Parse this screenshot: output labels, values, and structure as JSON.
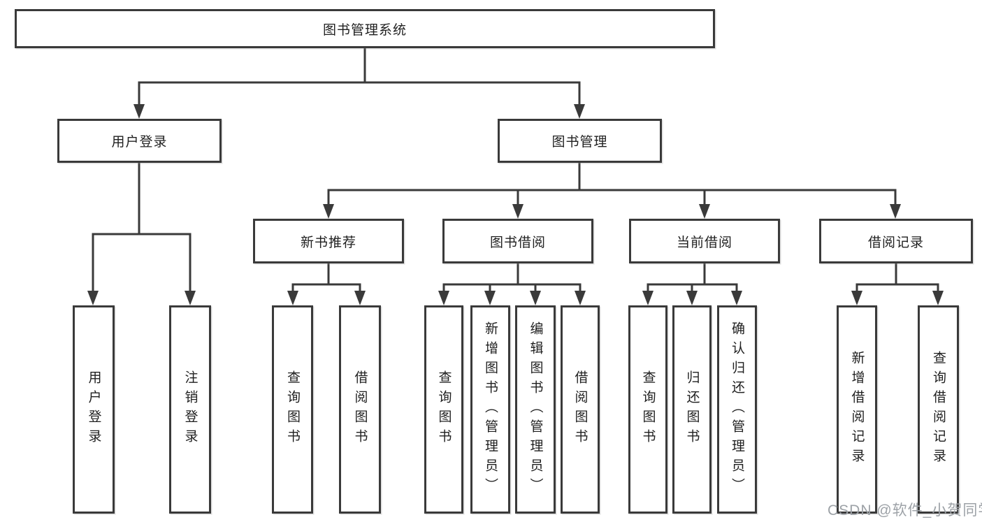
{
  "diagram": {
    "root": {
      "label": "图书管理系统"
    },
    "branches": [
      {
        "label": "用户登录",
        "children": [
          {
            "label": "用户登录"
          },
          {
            "label": "注销登录"
          }
        ]
      },
      {
        "label": "图书管理",
        "groups": [
          {
            "label": "新书推荐",
            "children": [
              {
                "label": "查询图书"
              },
              {
                "label": "借阅图书"
              }
            ]
          },
          {
            "label": "图书借阅",
            "children": [
              {
                "label": "查询图书"
              },
              {
                "label": "新增图书（管理员）"
              },
              {
                "label": "编辑图书（管理员）"
              },
              {
                "label": "借阅图书"
              }
            ]
          },
          {
            "label": "当前借阅",
            "children": [
              {
                "label": "查询图书"
              },
              {
                "label": "归还图书"
              },
              {
                "label": "确认归还（管理员）"
              }
            ]
          },
          {
            "label": "借阅记录",
            "children": [
              {
                "label": "新增借阅记录"
              },
              {
                "label": "查询借阅记录"
              }
            ]
          }
        ]
      }
    ]
  },
  "watermark": "CSDN @软件_小贺同学",
  "colors": {
    "line": "#3a3a3a",
    "text": "#1f1f1f",
    "watermark": "#9da2a7",
    "background": "#ffffff"
  }
}
